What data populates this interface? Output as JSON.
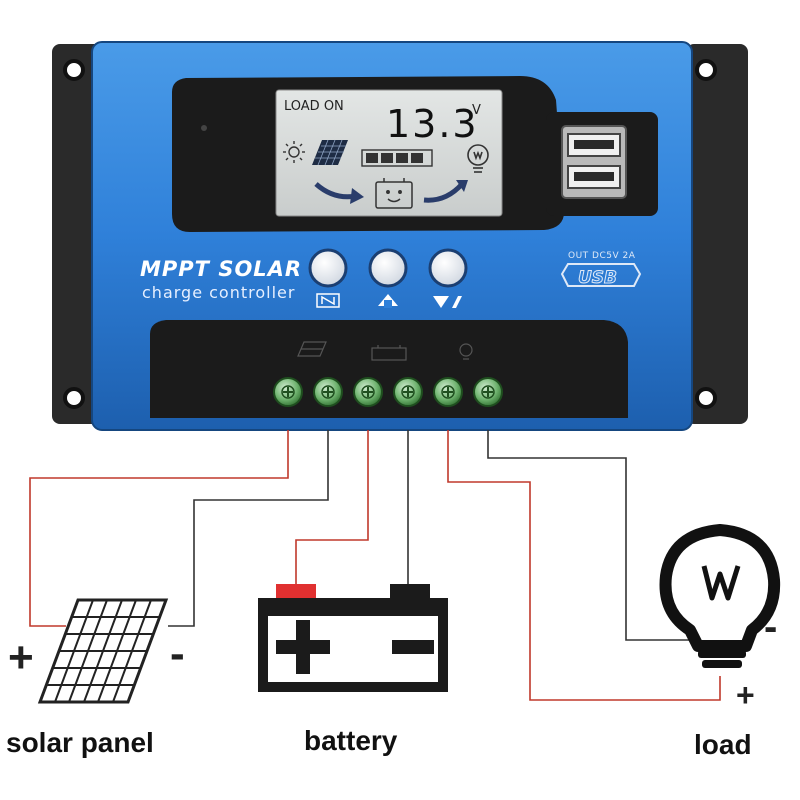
{
  "device": {
    "lcd": {
      "status": "LOAD ON",
      "voltage": "13.3",
      "unit": "V"
    },
    "brand_line1": "MPPT SOLAR",
    "brand_line2": "charge controller",
    "usb_port": {
      "spec": "OUT DC5V 2A",
      "label": "USB"
    },
    "buttons": [
      {
        "name": "menu"
      },
      {
        "name": "up"
      },
      {
        "name": "down-set"
      }
    ],
    "terminals_count": 6
  },
  "wiring": {
    "solar_panel": {
      "label": "solar panel",
      "plus": "+",
      "minus": "-"
    },
    "battery": {
      "label": "battery"
    },
    "load": {
      "label": "load",
      "plus": "+",
      "minus": "-"
    }
  },
  "colors": {
    "body_blue": "#2f80d9",
    "body_dark": "#1c1c1c",
    "lcd_bg": "#d9dcdb",
    "wire_positive": "#c0392b",
    "wire_negative": "#333333",
    "terminal_green": "#5aa05a",
    "battery_positive_cap": "#e03030"
  }
}
